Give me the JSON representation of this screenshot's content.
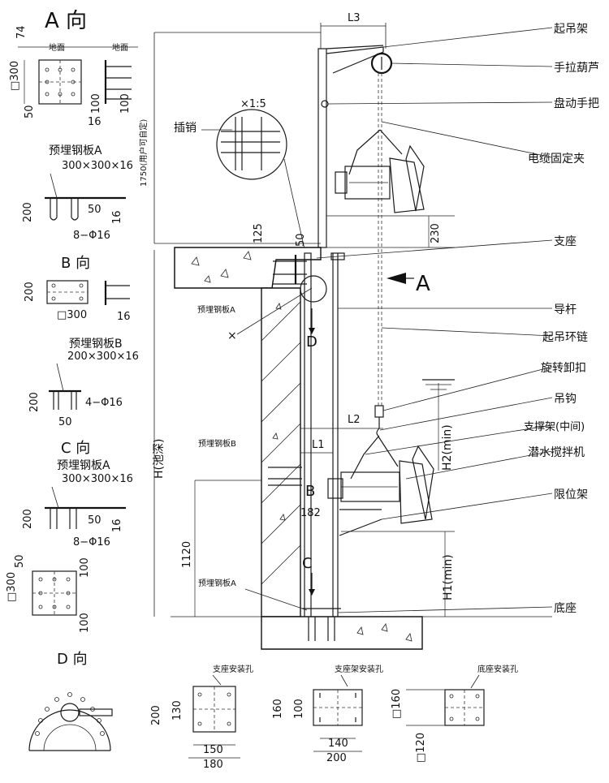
{
  "views": {
    "A": "A 向",
    "B": "B 向",
    "C": "C 向",
    "D": "D 向"
  },
  "callouts": {
    "lift_frame": "起吊架",
    "chain_hoist": "手拉葫芦",
    "hand_crank": "盘动手把",
    "cable_clamp": "电缆固定夹",
    "support_seat": "支座",
    "guide_rod": "导杆",
    "lift_chain": "起吊环链",
    "swivel_shackle": "旋转卸扣",
    "hook": "吊钩",
    "support_frame_mid": "支撑架(中间)",
    "mixer": "潜水搅拌机",
    "limit_frame": "限位架",
    "base": "底座",
    "pin": "插销"
  },
  "plates": {
    "A_title": "预埋钢板A",
    "A_size": "300×300×16",
    "B_title": "预埋钢板B",
    "B_size": "200×300×16",
    "bolt_8": "8−Φ16",
    "bolt_4": "4−Φ16",
    "small_A": "预埋钢板A",
    "small_B": "预埋钢板B",
    "ground": "地面"
  },
  "holes": {
    "support": "支座安装孔",
    "frame": "支座架安装孔",
    "base": "底座安装孔"
  },
  "labels": {
    "scale": "×1:5",
    "height_note": "1750(用户可自定)",
    "pool_depth": "H(池深)",
    "h2": "H2(min)",
    "h1": "H1(min)",
    "arrow_A": "A",
    "arrow_B": "B",
    "arrow_C": "C",
    "arrow_D": "D",
    "L1": "L1",
    "L2": "L2",
    "L3": "L3",
    "x_mark": "×"
  },
  "dims": {
    "d74": "74",
    "d300": "□300",
    "d50": "50",
    "d100": "100",
    "d16": "16",
    "d200": "200",
    "d125": "125",
    "d230": "230",
    "d182": "182",
    "d1120": "1120",
    "d130": "130",
    "d150": "150",
    "d180": "180",
    "d160": "160",
    "d140": "140",
    "dsq160": "□160",
    "d120": "□120"
  }
}
